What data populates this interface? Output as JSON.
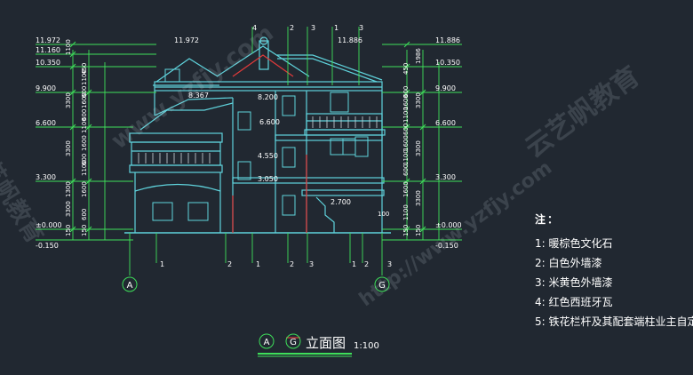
{
  "title": {
    "axis_left": "A",
    "axis_right": "G",
    "text": "立面图",
    "scale": "1:100"
  },
  "elev_left": [
    "11.972",
    "11.160",
    "10.350",
    "9.900",
    "6.600",
    "3.300",
    "±0.000",
    "-0.150"
  ],
  "elev_right": [
    "11.886",
    "10.350",
    "9.900",
    "6.600",
    "3.300",
    "±0.000",
    "-0.150"
  ],
  "elev_mid": [
    "11.972",
    "11.886",
    "8.367",
    "8.200",
    "6.600",
    "4.550",
    "3.050",
    "2.700"
  ],
  "dims_left_outer": [
    "1100",
    "3300",
    "3300",
    "1300",
    "3300",
    "150"
  ],
  "dims_left_inner": [
    "450",
    "1100",
    "600",
    "1600",
    "600",
    "1100",
    "1600",
    "600",
    "1100",
    "1600",
    "600",
    "150"
  ],
  "dims_right_outer": [
    "1986",
    "3300",
    "3300",
    "3300",
    "150"
  ],
  "dims_right_inner": [
    "450",
    "600",
    "1600",
    "1100",
    "600",
    "1600",
    "1100",
    "600",
    "1600",
    "1100",
    "150"
  ],
  "marker_top": [
    "4",
    "2",
    "3",
    "1",
    "3"
  ],
  "marker_bottom": [
    "1",
    "2",
    "1",
    "2",
    "3",
    "1",
    "2",
    "3"
  ],
  "grid_bottom": [
    "A",
    "G"
  ],
  "misc_label": "100",
  "notes": {
    "heading": "注：",
    "items": [
      "1: 暖棕色文化石",
      "2: 白色外墙漆",
      "3: 米黄色外墙漆",
      "4: 红色西班牙瓦",
      "5: 铁花栏杆及其配套端柱业主自定"
    ]
  },
  "watermark": [
    "www.yzfjy.com",
    "云艺帆教育",
    "http://www.yzfjy.com"
  ],
  "colors": {
    "bg": "#212831",
    "building": "#5fd3dc",
    "dim": "#3ee05a",
    "red": "#e23a3a",
    "white": "#ffffff"
  }
}
